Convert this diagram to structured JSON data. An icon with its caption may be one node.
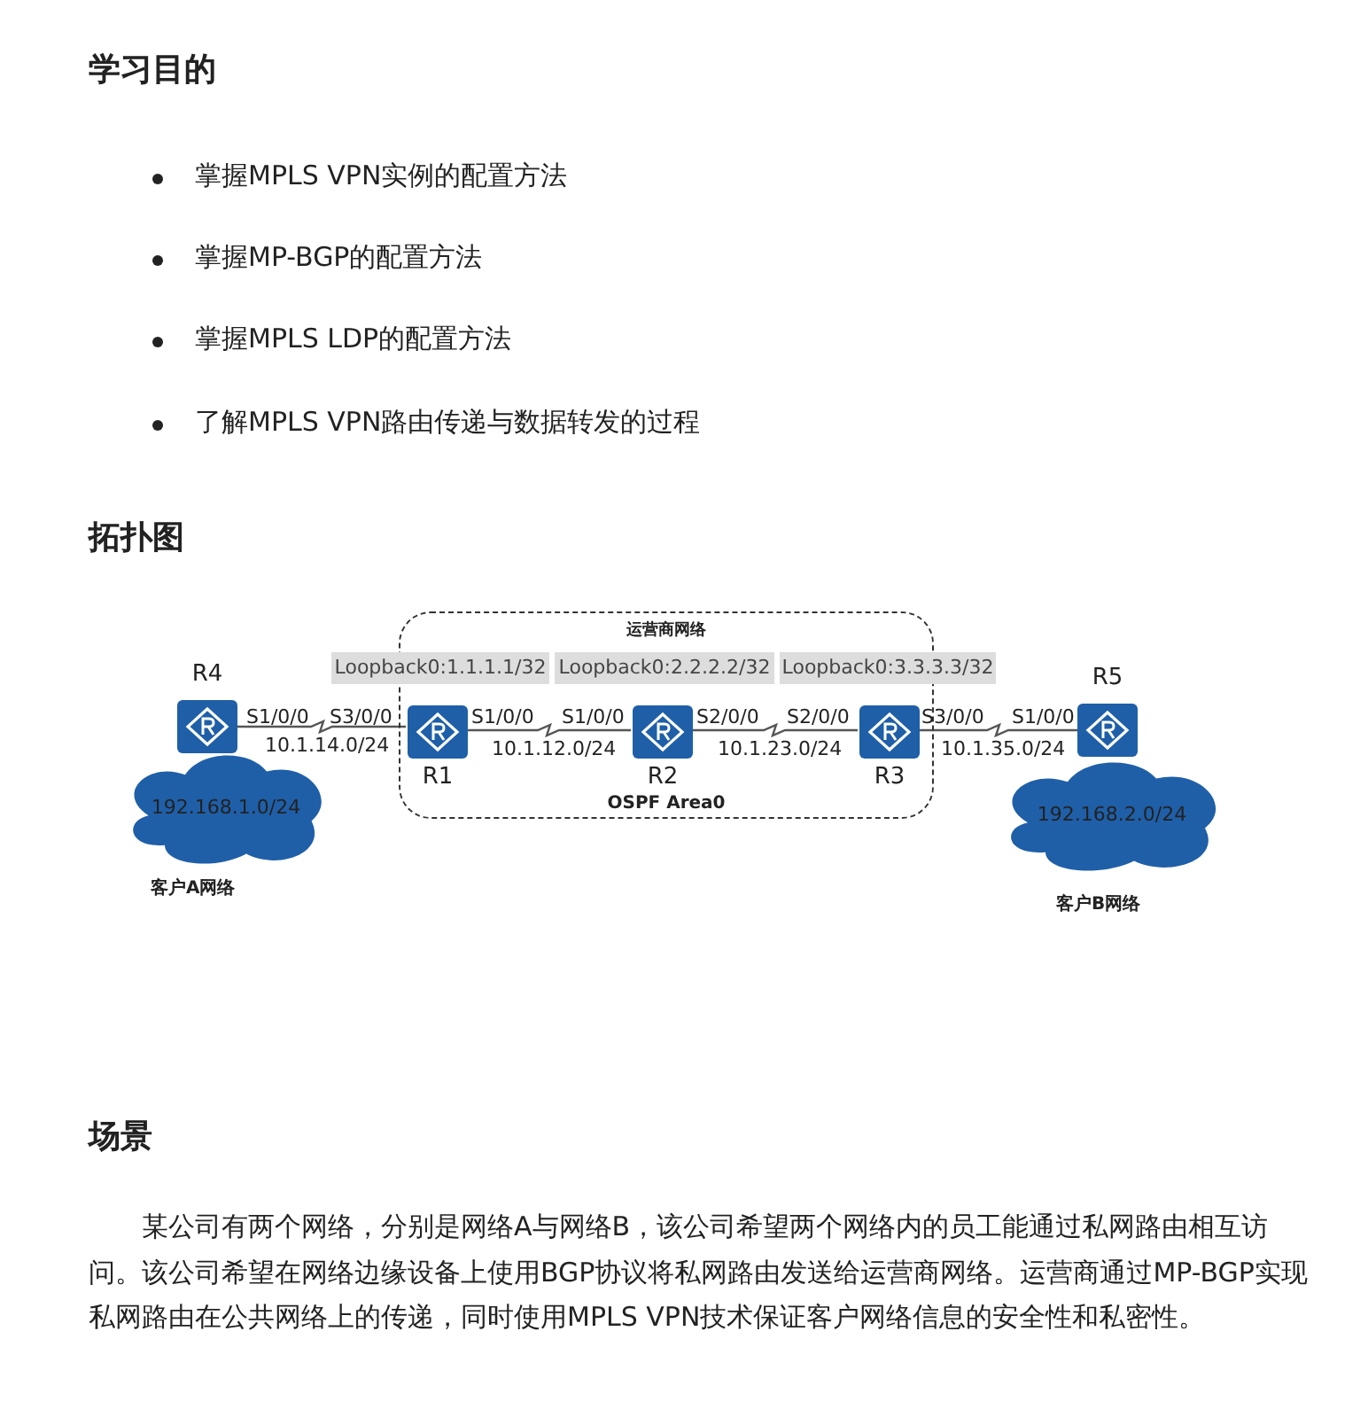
{
  "diagram": {
    "nodes": [
      {
        "text": [
          "运营商网络",
          "OSPF Area0"
        ]
      },
      {
        "text": [
          "R4"
        ]
      },
      {
        "text": [
          "R1"
        ],
        "in": 0
      },
      {
        "text": [
          "R2"
        ],
        "in": 0
      },
      {
        "text": [
          "R3"
        ],
        "in": 0
      },
      {
        "text": [
          "R5"
        ]
      },
      {
        "text": [
          "192.168.1.0/24"
        ],
        "beside": [
          "客户A网络"
        ]
      },
      {
        "text": [
          "192.168.2.0/24"
        ],
        "beside": [
          "客户B网络"
        ]
      }
    ],
    "edges": [
      {
        "from": 1,
        "to": 2,
        "arrow": "none",
        "label": "10.1.14.0/24"
      },
      {
        "from": 2,
        "to": 3,
        "arrow": "none",
        "label": "10.1.12.0/24"
      },
      {
        "from": 3,
        "to": 4,
        "arrow": "none",
        "label": "10.1.23.0/24"
      },
      {
        "from": 4,
        "to": 5,
        "arrow": "none",
        "label": "10.1.35.0/24"
      }
    ],
    "labels": [
      "学习目的",
      "掌握MPLS VPN实例的配置方法",
      "掌握MP-BGP的配置方法",
      "掌握MPLS LDP的配置方法",
      "了解MPLS VPN路由传递与数据转发的过程",
      "拓扑图",
      "Loopback0:1.1.1.1/32",
      "Loopback0:2.2.2.2/32",
      "Loopback0:3.3.3.3/32",
      "S1/0/0",
      "S3/0/0",
      "S1/0/0",
      "S1/0/0",
      "S2/0/0",
      "S2/0/0",
      "S3/0/0",
      "S1/0/0",
      "场景",
      "某公司有两个网络，分别是网络A与网络B，该公司希望两个网络内的员工能通过私网路由相互访问。该公司希望在网络边缘设备上使用BGP协议将私网路由发送给运营商网络。运营商通过MP-BGP实现私网路由在公共网络上的传递，同时使用MPLS VPN技术保证客户网络信息的安全性和私密性。"
    ]
  }
}
